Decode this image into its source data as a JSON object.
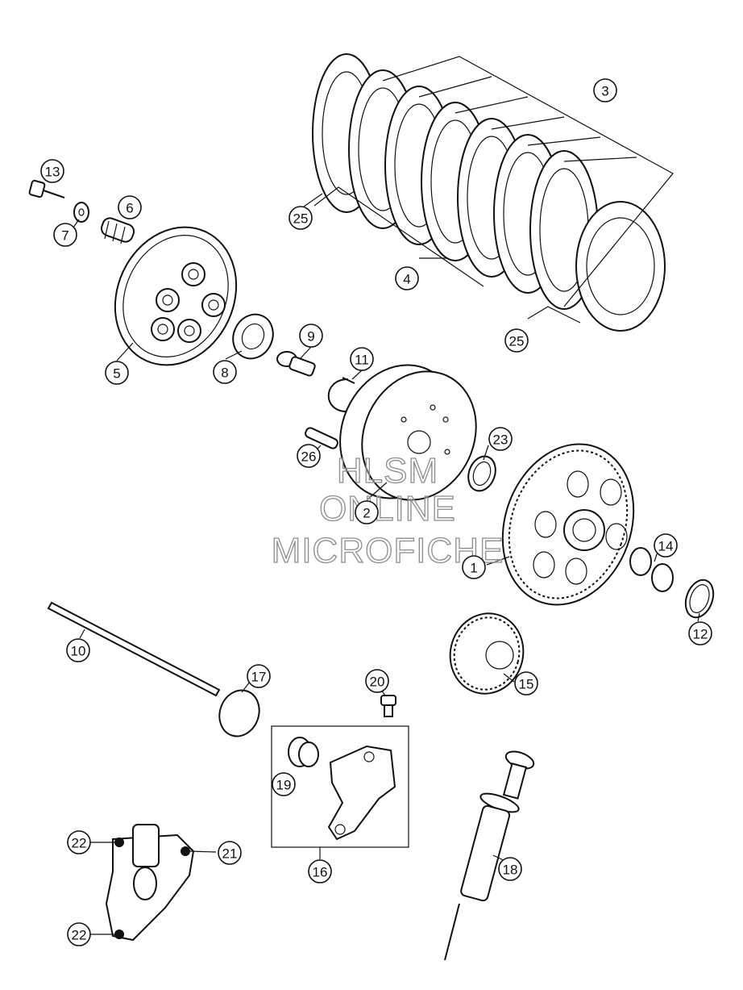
{
  "watermark": {
    "line1": "HLSM",
    "line2": "ONLINE",
    "line3": "MICROFICHE"
  },
  "callouts": [
    {
      "id": "c1",
      "label": "1"
    },
    {
      "id": "c2",
      "label": "2"
    },
    {
      "id": "c3",
      "label": "3"
    },
    {
      "id": "c4",
      "label": "4"
    },
    {
      "id": "c5",
      "label": "5"
    },
    {
      "id": "c6",
      "label": "6"
    },
    {
      "id": "c7",
      "label": "7"
    },
    {
      "id": "c8",
      "label": "8"
    },
    {
      "id": "c9",
      "label": "9"
    },
    {
      "id": "c10",
      "label": "10"
    },
    {
      "id": "c11",
      "label": "11"
    },
    {
      "id": "c12",
      "label": "12"
    },
    {
      "id": "c13",
      "label": "13"
    },
    {
      "id": "c14",
      "label": "14"
    },
    {
      "id": "c15",
      "label": "15"
    },
    {
      "id": "c16",
      "label": "16"
    },
    {
      "id": "c17",
      "label": "17"
    },
    {
      "id": "c18",
      "label": "18"
    },
    {
      "id": "c19",
      "label": "19"
    },
    {
      "id": "c20",
      "label": "20"
    },
    {
      "id": "c21",
      "label": "21"
    },
    {
      "id": "c22a",
      "label": "22"
    },
    {
      "id": "c22b",
      "label": "22"
    },
    {
      "id": "c23",
      "label": "23"
    },
    {
      "id": "c25a",
      "label": "25"
    },
    {
      "id": "c25b",
      "label": "25"
    },
    {
      "id": "c26",
      "label": "26"
    }
  ]
}
